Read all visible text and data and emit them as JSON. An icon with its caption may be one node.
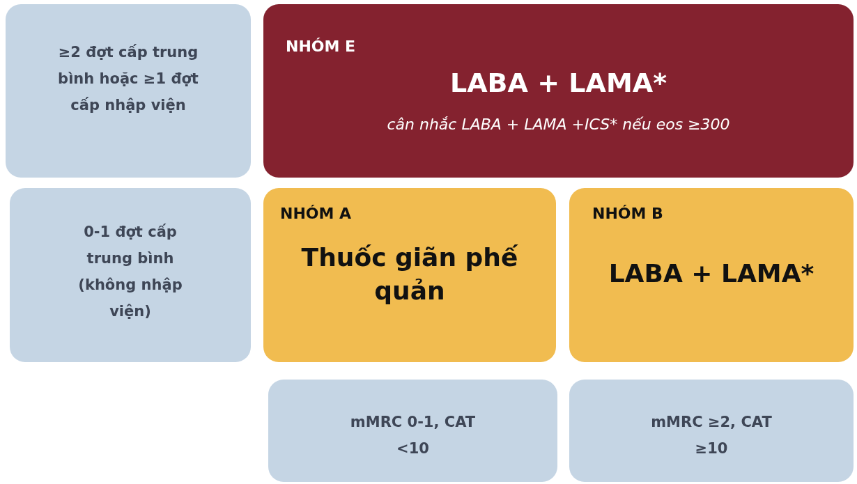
{
  "diagram": {
    "nodes": [
      {
        "text": [
          "≥2 đợt cấp trung bình hoặc ≥1 đợt cấp nhập viện"
        ]
      },
      {
        "text": [
          "NHÓM E",
          "LABA + LAMA*",
          "cân nhắc LABA + LAMA +ICS* nếu eos ≥300"
        ]
      },
      {
        "text": [
          "0-1 đợt cấp trung bình (không nhập viện)"
        ]
      },
      {
        "text": [
          "NHÓM A",
          "Thuốc giãn phế quản"
        ]
      },
      {
        "text": [
          "NHÓM B",
          "LABA + LAMA*"
        ]
      },
      {
        "text": [
          "mMRC 0-1, CAT <10"
        ]
      },
      {
        "text": [
          "mMRC ≥2, CAT ≥10"
        ]
      }
    ],
    "edges": []
  }
}
